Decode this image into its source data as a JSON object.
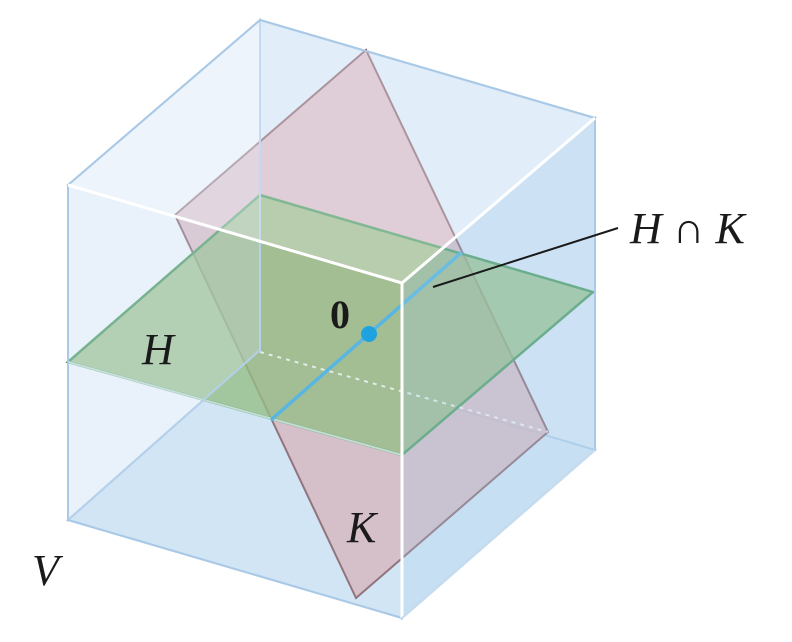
{
  "labels": {
    "origin": "0",
    "plane_h": "H",
    "plane_k": "K",
    "space_v": "V",
    "intersection": "H ∩ K"
  },
  "colors": {
    "cube_fill": "#cfe3f5",
    "cube_edge": "#8fb8dd",
    "plane_h_fill": "#7fb05a",
    "plane_h_edge": "#2e8b3e",
    "plane_k_fill": "#d9a3a8",
    "plane_k_edge": "#7a4a50",
    "intersection_line": "#2aa6d8",
    "origin_point": "#1fa3e0"
  }
}
